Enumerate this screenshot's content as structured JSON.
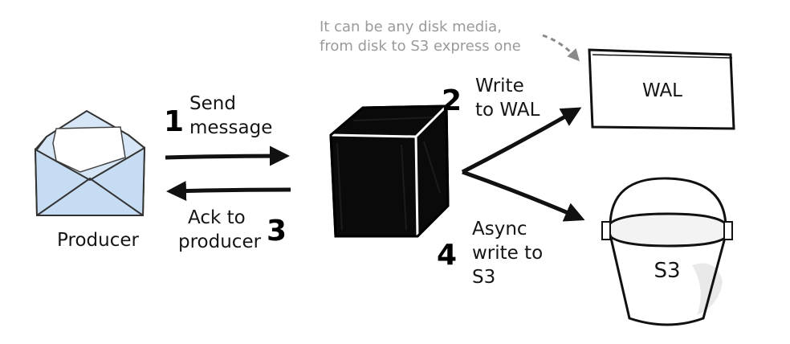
{
  "note": {
    "line1": "It can be any disk media,",
    "line2": "from disk to S3 express one"
  },
  "producer": {
    "label": "Producer"
  },
  "wal": {
    "label": "WAL"
  },
  "s3": {
    "label": "S3"
  },
  "steps": [
    {
      "number": "1",
      "line1": "Send",
      "line2": "message"
    },
    {
      "number": "2",
      "line1": "Write",
      "line2": "to WAL"
    },
    {
      "number": "3",
      "line1": "Ack to",
      "line2": "producer"
    },
    {
      "number": "4",
      "line1": "Async",
      "line2": "write to",
      "line3": "S3"
    }
  ],
  "colors": {
    "ink": "#111111",
    "envelope_fill": "#cfe2f5",
    "note_gray": "#9a9a9a",
    "bucket_water": "#e9e9e9"
  }
}
